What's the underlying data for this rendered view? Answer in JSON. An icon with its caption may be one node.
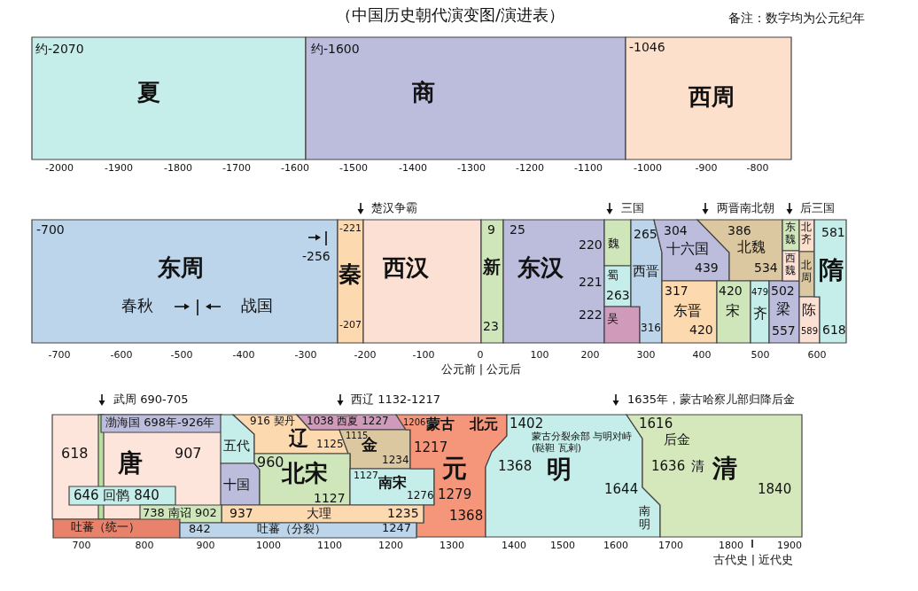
{
  "diagram": {
    "title": "（中国历史朝代演变图/演进表）",
    "nodes": [
      {
        "text": [
          "约-2070",
          "夏"
        ]
      },
      {
        "text": [
          "约-1600",
          "商"
        ]
      },
      {
        "text": [
          "-1046",
          "西周"
        ]
      },
      {
        "text": [
          "-700",
          "东周",
          "春秋",
          "战国",
          "-256"
        ]
      },
      {
        "text": [
          "-221",
          "秦",
          "-207"
        ]
      },
      {
        "text": [
          "西汉"
        ]
      },
      {
        "text": [
          "9",
          "新",
          "23"
        ]
      },
      {
        "text": [
          "25",
          "东汉",
          "220",
          "221",
          "222"
        ]
      },
      {
        "text": [
          "魏"
        ]
      },
      {
        "text": [
          "蜀",
          "263"
        ]
      },
      {
        "text": [
          "吴"
        ]
      },
      {
        "text": [
          "265",
          "西晋",
          "316"
        ]
      },
      {
        "text": [
          "304",
          "十六国",
          "439"
        ]
      },
      {
        "text": [
          "386",
          "北魏",
          "534"
        ]
      },
      {
        "text": [
          "317",
          "东晋",
          "420"
        ]
      },
      {
        "text": [
          "420",
          "宋"
        ]
      },
      {
        "text": [
          "479",
          "齐"
        ]
      },
      {
        "text": [
          "502",
          "梁",
          "557"
        ]
      },
      {
        "text": [
          "东魏"
        ]
      },
      {
        "text": [
          "西魏"
        ]
      },
      {
        "text": [
          "北齐"
        ]
      },
      {
        "text": [
          "北周"
        ]
      },
      {
        "text": [
          "陈",
          "589"
        ]
      },
      {
        "text": [
          "581",
          "隋",
          "618"
        ]
      },
      {
        "text": [
          "618",
          "唐",
          "907"
        ]
      },
      {
        "text": [],
        "shape": "bar",
        "in": 24
      },
      {
        "text": [
          "渤海国 698年-926年"
        ],
        "in": 24
      },
      {
        "text": [
          "646 回鹘 840"
        ],
        "in": 24
      },
      {
        "text": [
          "五代"
        ]
      },
      {
        "text": [
          "十国"
        ]
      },
      {
        "text": [
          "916 契丹",
          "辽",
          "1125"
        ]
      },
      {
        "text": [
          "1038 西夏 1227"
        ]
      },
      {
        "text": [
          "1115",
          "金",
          "1234"
        ]
      },
      {
        "text": [
          "960",
          "北宋",
          "1127"
        ]
      },
      {
        "text": [
          "1127",
          "南宋",
          "1276"
        ]
      },
      {
        "text": [
          "1206",
          "蒙古",
          "北元",
          "1217",
          "元",
          "1279",
          "1368"
        ]
      },
      {
        "text": [
          "1402",
          "蒙古分裂余部 与明对峙(鞑靼 瓦剌)",
          "1368",
          "明",
          "1644",
          "南明"
        ]
      },
      {
        "text": [
          "1616",
          "后金",
          "1636",
          "清",
          "清",
          "1840"
        ]
      },
      {
        "text": [
          "937",
          "大理",
          "1235"
        ]
      },
      {
        "text": [
          "738 南诏 902"
        ]
      },
      {
        "text": [
          "吐蕃（统一）"
        ]
      },
      {
        "text": [
          "842",
          "吐蕃（分裂）",
          "1247"
        ]
      }
    ],
    "labels": [
      "备注：数字均为公元纪年",
      "-2000",
      "-1900",
      "-1800",
      "-1700",
      "-1600",
      "-1500",
      "-1400",
      "-1300",
      "-1200",
      "-1100",
      "-1000",
      "-900",
      "-800",
      "楚汉争霸",
      "三国",
      "两晋南北朝",
      "后三国",
      "-700",
      "-600",
      "-500",
      "-400",
      "-300",
      "-200",
      "-100",
      "0",
      "100",
      "200",
      "300",
      "400",
      "500",
      "600",
      "公元前 | 公元后",
      "武周 690-705",
      "西辽 1132-1217",
      "1635年，蒙古哈察儿部归降后金",
      "700",
      "800",
      "900",
      "1000",
      "1100",
      "1200",
      "1300",
      "1400",
      "1500",
      "1600",
      "1700",
      "1800",
      "1900",
      "古代史 | 近代史"
    ]
  }
}
